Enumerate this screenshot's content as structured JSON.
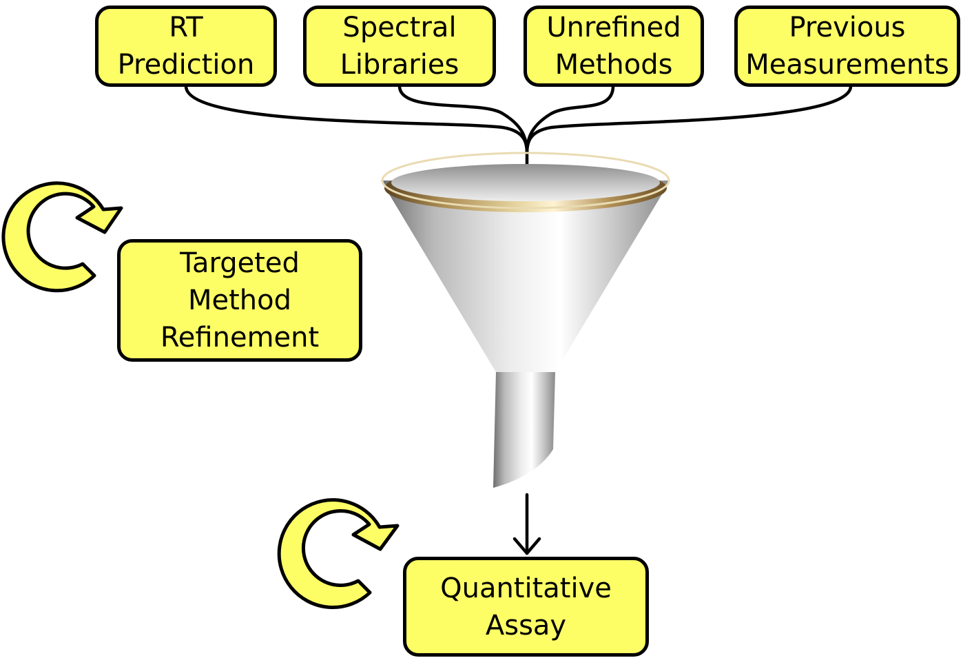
{
  "colors": {
    "box_fill": "#fdfd66",
    "box_border": "#000000",
    "text": "#000000",
    "cycle_arrow_fill": "#fdfd66",
    "funnel_rim": "#b8934a",
    "funnel_body": "#c8c8c8"
  },
  "sources": [
    {
      "lines": [
        "RT",
        "Prediction"
      ]
    },
    {
      "lines": [
        "Spectral",
        "Libraries"
      ]
    },
    {
      "lines": [
        "Unrefined",
        "Methods"
      ]
    },
    {
      "lines": [
        "Previous",
        "Measurements"
      ]
    }
  ],
  "refinement": {
    "lines": [
      "Targeted",
      "Method",
      "Refinement"
    ],
    "icon": "cycle-arrow-icon"
  },
  "output": {
    "lines": [
      "Quantitative",
      "Assay"
    ],
    "icon": "cycle-arrow-icon"
  },
  "funnel_icon": "funnel-icon"
}
